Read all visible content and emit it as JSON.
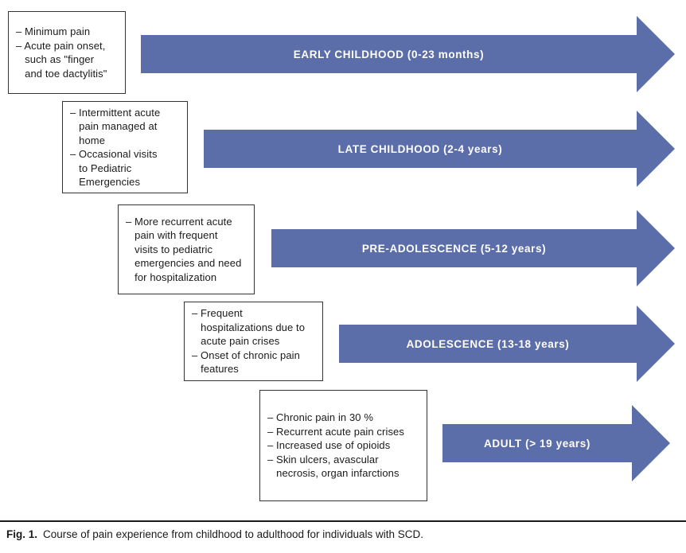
{
  "colors": {
    "arrow": "#5c6ea9",
    "arrow_text": "#ffffff",
    "box_border": "#333333",
    "text": "#1a1a1a"
  },
  "stages": [
    {
      "label": "EARLY CHILDHOOD (0-23 months)",
      "notes": "– Minimum pain\n– Acute pain onset,\n   such as \"finger\n   and toe dactylitis\""
    },
    {
      "label": "LATE CHILDHOOD (2-4 years)",
      "notes": "– Intermittent acute\n   pain managed at\n   home\n– Occasional visits\n   to Pediatric\n   Emergencies"
    },
    {
      "label": "PRE-ADOLESCENCE (5-12 years)",
      "notes": "– More recurrent acute\n   pain with frequent\n   visits to pediatric\n   emergencies and need\n   for hospitalization"
    },
    {
      "label": "ADOLESCENCE (13-18 years)",
      "notes": "– Frequent\n   hospitalizations due to\n   acute pain crises\n– Onset of chronic pain\n   features"
    },
    {
      "label": "ADULT (> 19 years)",
      "notes": "– Chronic pain in 30 %\n– Recurrent acute pain crises\n– Increased use of opioids\n– Skin ulcers, avascular\n   necrosis, organ infarctions"
    }
  ],
  "caption": {
    "label": "Fig. 1.",
    "text": "Course of pain experience from childhood to adulthood for individuals with SCD."
  }
}
